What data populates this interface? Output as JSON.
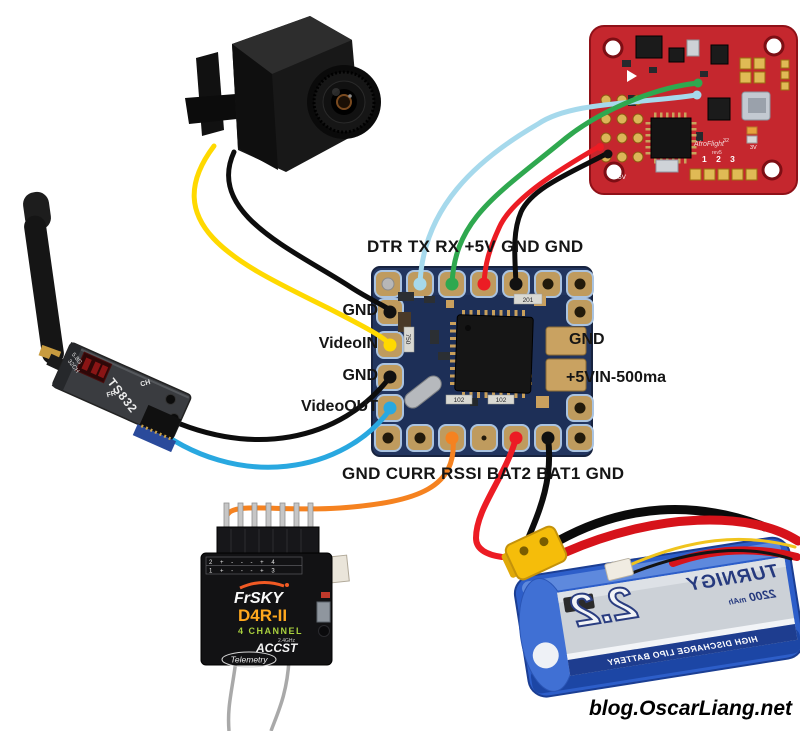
{
  "watermark": "blog.OscarLiang.net",
  "osd": {
    "top_row": "DTR TX RX +5V GND GND",
    "bottom_row": "GND CURR RSSI BAT2 BAT1 GND",
    "left_labels": [
      "GND",
      "VideoIN",
      "GND",
      "VideoOUT"
    ],
    "right_labels": [
      "GND",
      "+5VIN-500ma"
    ],
    "smd_labels": [
      "201",
      "750",
      "102",
      "102"
    ]
  },
  "vtx": {
    "model": "TS832",
    "band_lines": [
      "5.8G",
      "32CH"
    ],
    "button_left": "FR",
    "button_right": "CH"
  },
  "fc": {
    "brand": "AfroFlight",
    "chip_marking": "32",
    "rev": "rev5",
    "pad_numbers": "1 2 3",
    "label_3v": "3V",
    "label_5v": "5V"
  },
  "receiver": {
    "brand": "FrSKY",
    "model": "D4R-II",
    "channels": "4 CHANNEL",
    "freq": "2.4GHz",
    "protocol": "ACCST",
    "badge": "Telemetry",
    "pin_labels_row1": "2 + - - - + 4",
    "pin_labels_row2": "1 + - - - + 3"
  },
  "battery": {
    "brand": "TURNIGY",
    "capacity_short": "2.2",
    "capacity_mah": "2200",
    "capacity_unit": "mAh",
    "description": "HIGH DISCHARGE LIPO BATTERY"
  },
  "colors": {
    "wire_yellow": "#ffd900",
    "wire_black": "#0d0d0d",
    "wire_blue": "#29a8e0",
    "wire_cyan": "#a6d9ec",
    "wire_green": "#2fa84f",
    "wire_red": "#ec1c24",
    "wire_orange": "#f58220",
    "fc_board": "#c5272e",
    "osd_board": "#22355f",
    "battery_blue": "#2d5ec9",
    "xt60_yellow": "#f5bd0a"
  },
  "connections": [
    {
      "from": "camera",
      "to": "osd-GND-left-1",
      "color": "black"
    },
    {
      "from": "camera",
      "to": "osd-VideoIN",
      "color": "yellow"
    },
    {
      "from": "vtx-TS832",
      "to": "osd-GND-left-2",
      "color": "black"
    },
    {
      "from": "vtx-TS832",
      "to": "osd-VideoOUT",
      "color": "blue"
    },
    {
      "from": "flight-controller",
      "to": "osd-TX",
      "color": "cyan"
    },
    {
      "from": "flight-controller",
      "to": "osd-RX",
      "color": "green"
    },
    {
      "from": "flight-controller",
      "to": "osd-+5V",
      "color": "red"
    },
    {
      "from": "flight-controller",
      "to": "osd-GND-top",
      "color": "black"
    },
    {
      "from": "receiver-D4R-II",
      "to": "osd-RSSI",
      "color": "orange"
    },
    {
      "from": "battery-XT60",
      "to": "osd-BAT1",
      "color": "red"
    },
    {
      "from": "battery-XT60",
      "to": "osd-GND-bottom",
      "color": "black"
    }
  ]
}
